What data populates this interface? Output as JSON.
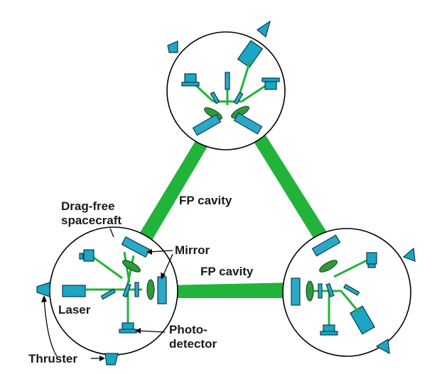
{
  "labels": {
    "fp_cavity_top": "FP cavity",
    "fp_cavity_bottom": "FP cavity",
    "drag_free_line1": "Drag-free",
    "drag_free_line2": "spacecraft",
    "mirror": "Mirror",
    "laser": "Laser",
    "photo_line1": "Photo-",
    "photo_line2": "detector",
    "thruster": "Thruster"
  },
  "colors": {
    "beam": "#22b33a",
    "component": "#1aa6c4",
    "lens": "#2e9a3a",
    "outline": "#000000"
  }
}
